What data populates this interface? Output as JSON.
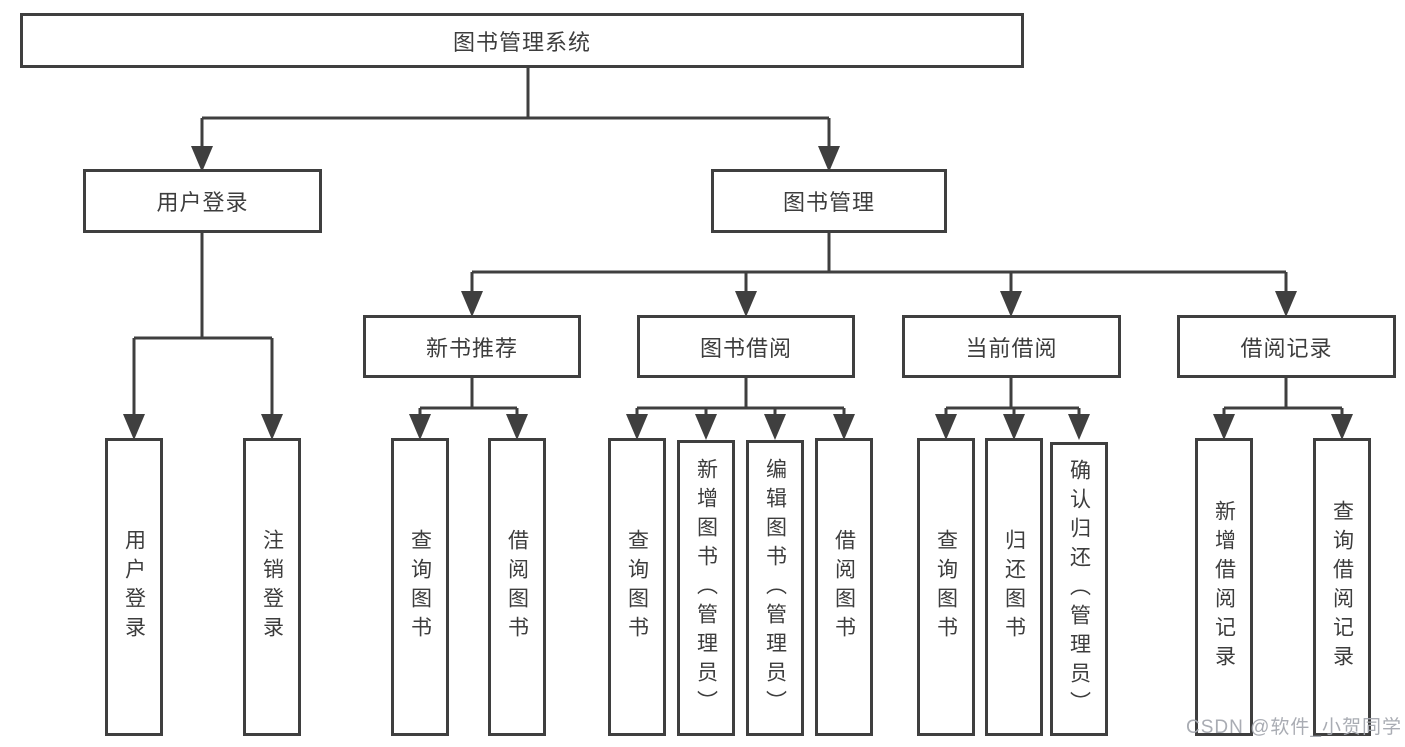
{
  "nodes": {
    "root": "图书管理系统",
    "user_login": "用户登录",
    "book_mgmt": "图书管理",
    "new_book": "新书推荐",
    "book_borrow": "图书借阅",
    "current_borrow": "当前借阅",
    "borrow_records": "借阅记录",
    "leaf_login": "用户登录",
    "leaf_logout": "注销登录",
    "leaf_new_query": "查询图书",
    "leaf_new_borrow": "借阅图书",
    "leaf_bor_query": "查询图书",
    "leaf_bor_add": "新增图书（管理员）",
    "leaf_bor_edit": "编辑图书（管理员）",
    "leaf_bor_borrow": "借阅图书",
    "leaf_cur_query": "查询图书",
    "leaf_cur_return": "归还图书",
    "leaf_cur_confirm": "确认归还（管理员）",
    "leaf_rec_add": "新增借阅记录",
    "leaf_rec_query": "查询借阅记录"
  },
  "hierarchy": {
    "图书管理系统": [
      "用户登录",
      "图书管理"
    ],
    "用户登录": [
      "用户登录",
      "注销登录"
    ],
    "图书管理": [
      "新书推荐",
      "图书借阅",
      "当前借阅",
      "借阅记录"
    ],
    "新书推荐": [
      "查询图书",
      "借阅图书"
    ],
    "图书借阅": [
      "查询图书",
      "新增图书（管理员）",
      "编辑图书（管理员）",
      "借阅图书"
    ],
    "当前借阅": [
      "查询图书",
      "归还图书",
      "确认归还（管理员）"
    ],
    "借阅记录": [
      "新增借阅记录",
      "查询借阅记录"
    ]
  },
  "watermark": "CSDN @软件_小贺同学",
  "colors": {
    "line": "#3f3f3f",
    "text": "#3d3d3d",
    "watermark": "#a4a8af",
    "background": "#ffffff"
  }
}
